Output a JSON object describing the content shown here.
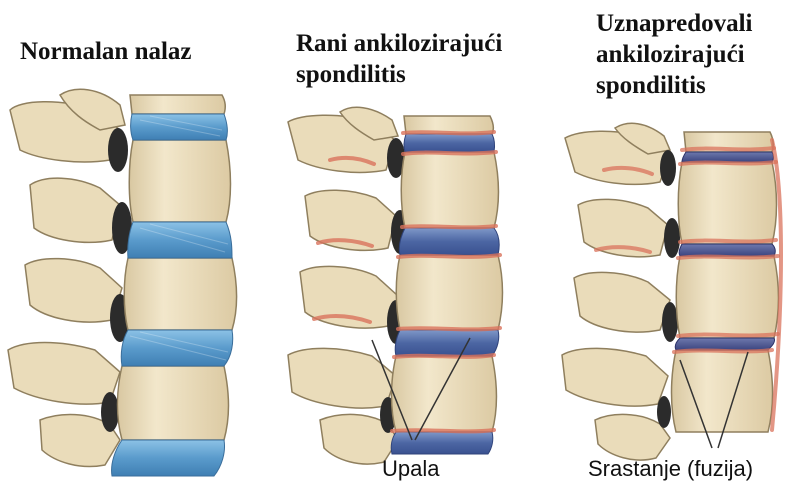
{
  "panels": [
    {
      "title_lines": [
        "Normalan nalaz"
      ]
    },
    {
      "title_lines": [
        "Rani ankilozirajući",
        "spondilitis"
      ]
    },
    {
      "title_lines": [
        "Uznapredovali",
        "ankilozirajući",
        "spondilitis"
      ]
    }
  ],
  "annotations": {
    "inflammation": "Upala",
    "fusion": "Srastanje (fuzija)"
  },
  "colors": {
    "bone": "#efe3c4",
    "bone_shade": "#c9b792",
    "bone_outline": "#8f7f5e",
    "disc_normal": "#5f9fcf",
    "disc_early": "#4d6aa6",
    "disc_advanced": "#47508a",
    "inflammation": "#d9735c"
  }
}
